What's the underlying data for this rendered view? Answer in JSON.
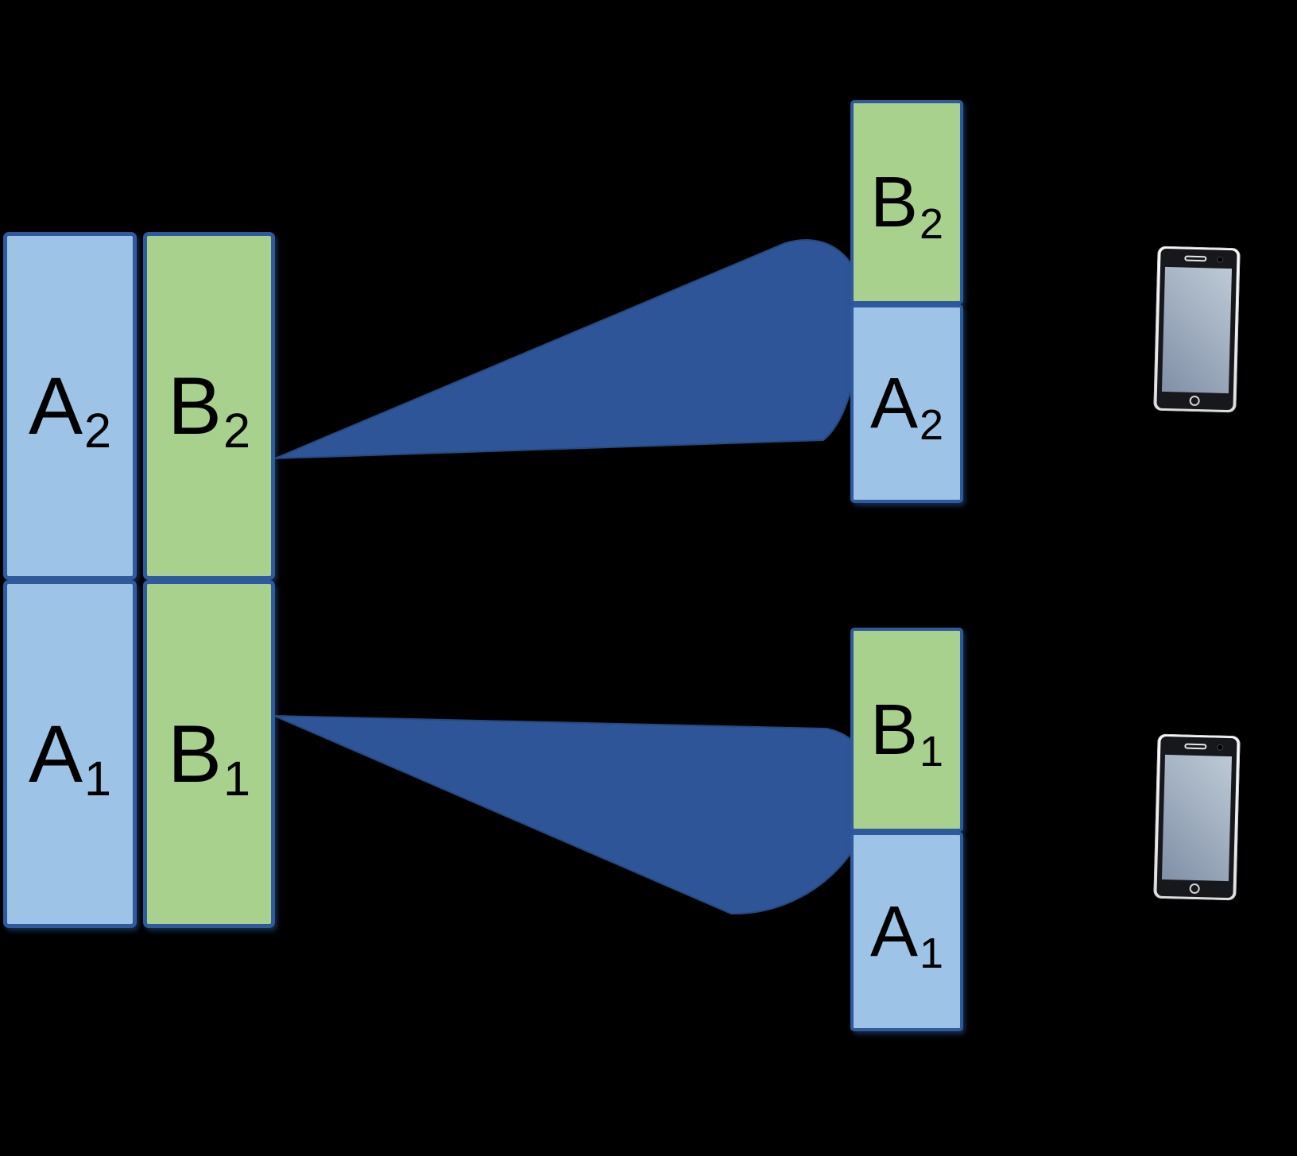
{
  "palette": {
    "background": "#000000",
    "blue_fill": "#9DC3E6",
    "green_fill": "#A9D18E",
    "outline": "#2F5A9D",
    "beam_fill": "#2E5597",
    "beam_stroke": "#26497F",
    "label_color": "#000000"
  },
  "labels": {
    "left_blue_top": {
      "base": "A",
      "sub": "2"
    },
    "left_blue_bottom": {
      "base": "A",
      "sub": "1"
    },
    "left_green_top": {
      "base": "B",
      "sub": "2"
    },
    "left_green_bottom": {
      "base": "B",
      "sub": "1"
    },
    "right_top_green": {
      "base": "B",
      "sub": "2"
    },
    "right_top_blue": {
      "base": "A",
      "sub": "2"
    },
    "right_bottom_green": {
      "base": "B",
      "sub": "1"
    },
    "right_bottom_blue": {
      "base": "A",
      "sub": "1"
    }
  },
  "beams": {
    "upper": {
      "shape": "beam-cone"
    },
    "lower": {
      "shape": "beam-cone"
    }
  },
  "devices": {
    "user2_phone": {
      "icon": "smartphone"
    },
    "user1_phone": {
      "icon": "smartphone"
    }
  }
}
